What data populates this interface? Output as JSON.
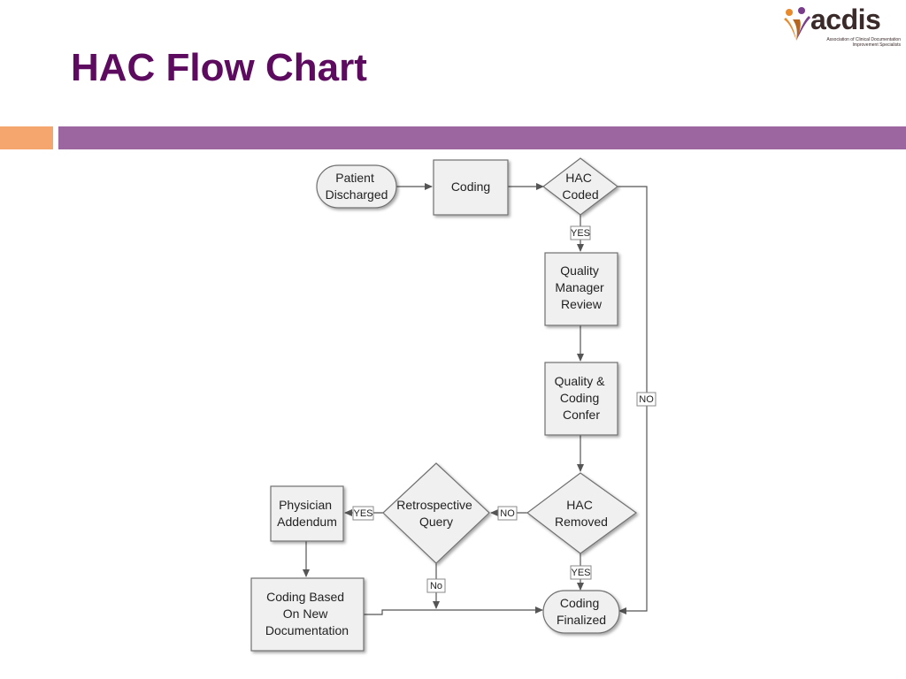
{
  "slide": {
    "title": "HAC Flow Chart"
  },
  "logo": {
    "name": "acdis",
    "tagline": "Association of Clinical Documentation Improvement Specialists"
  },
  "colors": {
    "title": "#5c0b5f",
    "band_accent": "#f4a66e",
    "band_main": "#9c66a0",
    "node_fill": "#f0f0f0",
    "node_stroke": "#707070",
    "logo_orange": "#e8892b",
    "logo_purple": "#7a3d8c"
  },
  "flowchart": {
    "nodes": {
      "patient_discharged": {
        "lines": [
          "Patient",
          "Discharged"
        ],
        "shape": "terminator"
      },
      "coding": {
        "lines": [
          "Coding"
        ],
        "shape": "process"
      },
      "hac_coded": {
        "lines": [
          "HAC",
          "Coded"
        ],
        "shape": "decision"
      },
      "quality_manager_review": {
        "lines": [
          "Quality",
          "Manager",
          "Review"
        ],
        "shape": "process"
      },
      "quality_coding_confer": {
        "lines": [
          "Quality &",
          "Coding",
          "Confer"
        ],
        "shape": "process"
      },
      "hac_removed": {
        "lines": [
          "HAC",
          "Removed"
        ],
        "shape": "decision"
      },
      "retrospective_query": {
        "lines": [
          "Retrospective",
          "Query"
        ],
        "shape": "decision"
      },
      "physician_addendum": {
        "lines": [
          "Physician",
          "Addendum"
        ],
        "shape": "process"
      },
      "coding_new_documentation": {
        "lines": [
          "Coding Based",
          "On New",
          "Documentation"
        ],
        "shape": "process"
      },
      "coding_finalized": {
        "lines": [
          "Coding",
          "Finalized"
        ],
        "shape": "terminator"
      }
    },
    "labels": {
      "hac_coded_yes": "YES",
      "hac_coded_no": "NO",
      "hac_removed_no": "NO",
      "hac_removed_yes": "YES",
      "query_yes": "YES",
      "query_no": "No"
    }
  }
}
